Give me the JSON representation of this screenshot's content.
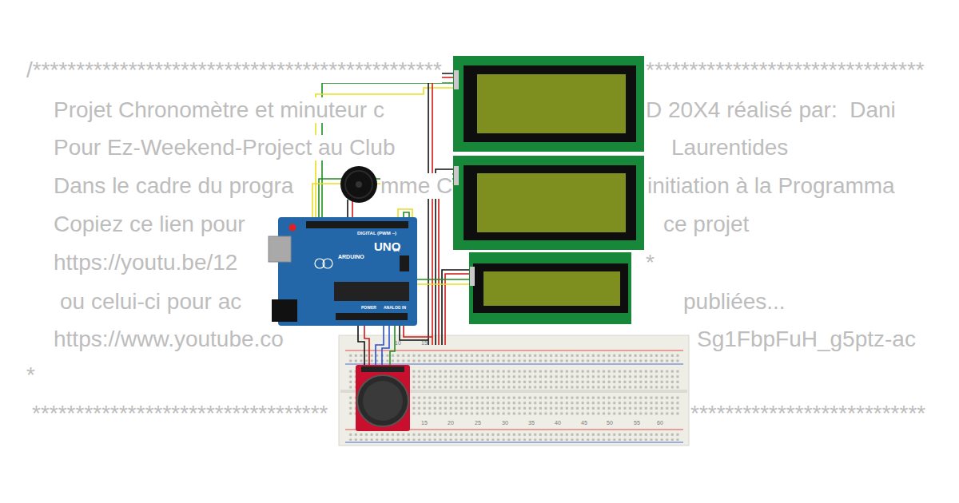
{
  "diagram": {
    "labels": [
      "/***********************************************",
      "********************************",
      "Projet Chronomètre et minuteur c",
      "D 20X4 réalisé par:  Dani",
      "Pour Ez-Weekend-Project au Club",
      "Laurentides",
      "Dans le cadre du progra",
      "mme C",
      "initiation à la Programma",
      "Copiez ce lien pour",
      "ce projet",
      "https://youtu.be/12",
      "*",
      "ou celui-ci pour ac",
      "publiées...",
      "https://www.youtube.co",
      "Sg1FbpFuH_g5ptz-ac",
      "*",
      "**********************************",
      "***************************",
      "DIGITAL (PWM ~)",
      "UNO",
      "ARDUINO",
      "ON",
      "POWER",
      "ANALOG IN",
      "10",
      "15",
      "15",
      "20",
      "25",
      "30",
      "35",
      "40",
      "45",
      "50",
      "55",
      "60"
    ]
  }
}
